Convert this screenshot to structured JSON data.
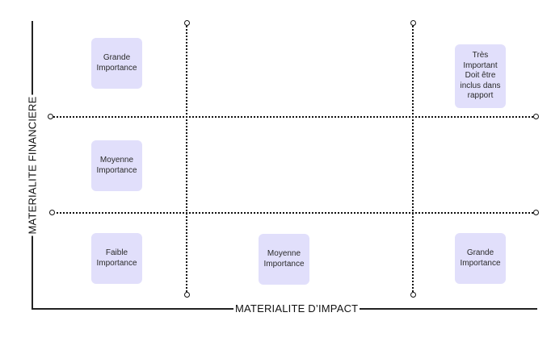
{
  "axes": {
    "x_label": "MATERIALITE D’IMPACT",
    "y_label": "MATERIALITE FINANCIERE"
  },
  "boxes": [
    {
      "id": "top-left",
      "text": "Grande\nImportance"
    },
    {
      "id": "top-right",
      "text": "Très\nImportant\nDoit être\ninclus dans\nrapport"
    },
    {
      "id": "mid-left",
      "text": "Moyenne\nImportance"
    },
    {
      "id": "bottom-left",
      "text": "Faible\nImportance"
    },
    {
      "id": "bottom-center",
      "text": "Moyenne\nImportance"
    },
    {
      "id": "bottom-right",
      "text": "Grande\nImportance"
    }
  ],
  "colors": {
    "box_fill": "#e1dffb",
    "line": "#111111"
  }
}
